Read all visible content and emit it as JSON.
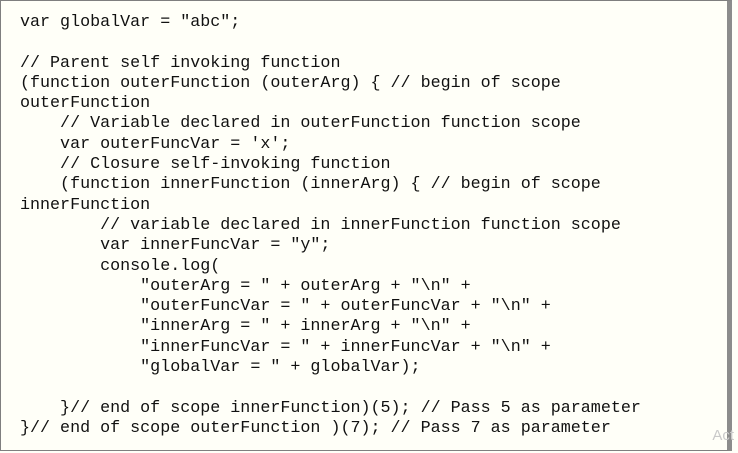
{
  "code": {
    "lines": [
      "var globalVar = \"abc\";",
      "",
      "// Parent self invoking function",
      "(function outerFunction (outerArg) { // begin of scope",
      "outerFunction",
      "    // Variable declared in outerFunction function scope",
      "    var outerFuncVar = 'x';",
      "    // Closure self-invoking function",
      "    (function innerFunction (innerArg) { // begin of scope",
      "innerFunction",
      "        // variable declared in innerFunction function scope",
      "        var innerFuncVar = \"y\";",
      "        console.log(",
      "            \"outerArg = \" + outerArg + \"\\n\" +",
      "            \"outerFuncVar = \" + outerFuncVar + \"\\n\" +",
      "            \"innerArg = \" + innerArg + \"\\n\" +",
      "            \"innerFuncVar = \" + innerFuncVar + \"\\n\" +",
      "            \"globalVar = \" + globalVar);",
      "",
      "    }// end of scope innerFunction)(5); // Pass 5 as parameter",
      "}// end of scope outerFunction )(7); // Pass 7 as parameter"
    ]
  },
  "watermark": {
    "text": "Act"
  }
}
